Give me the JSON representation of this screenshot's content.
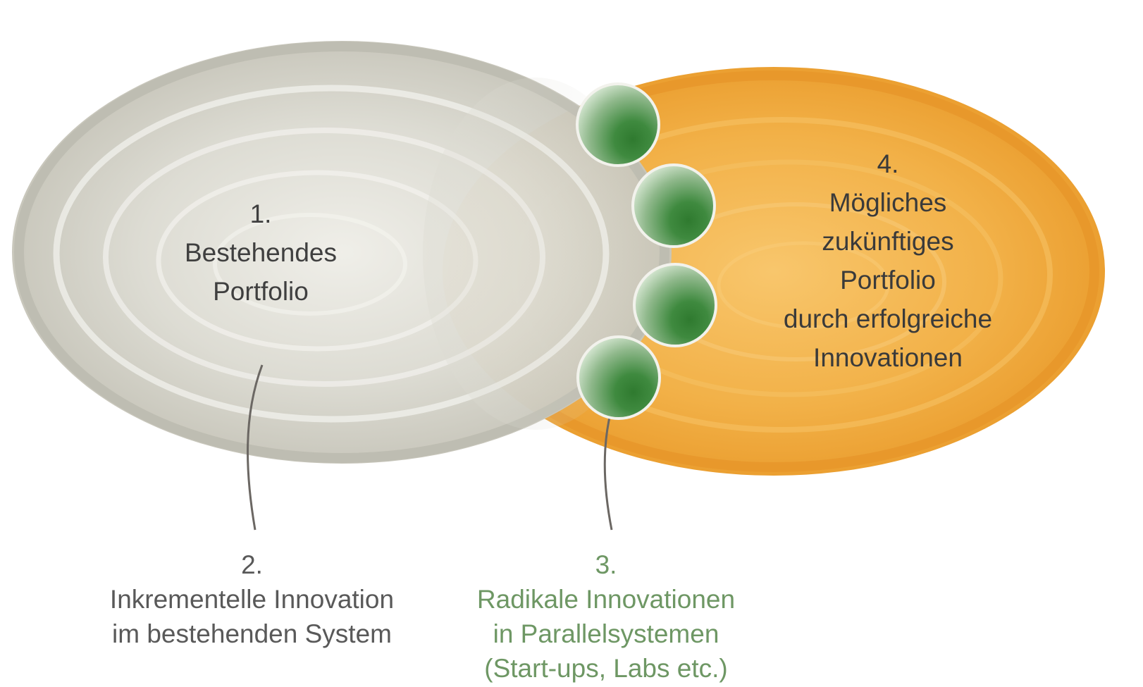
{
  "labels": {
    "existing": {
      "number": "1.",
      "line1": "Bestehendes",
      "line2": "Portfolio"
    },
    "incremental": {
      "number": "2.",
      "line1": "Inkrementelle Innovation",
      "line2": "im bestehenden System"
    },
    "radical": {
      "number": "3.",
      "line1": "Radikale Innovationen",
      "line2": "in Parallelsystemen",
      "line3": "(Start-ups, Labs etc.)"
    },
    "future": {
      "number": "4.",
      "line1": "Mögliches",
      "line2": "zukünftiges",
      "line3": "Portfolio",
      "line4": "durch erfolgreiche",
      "line5": "Innovationen"
    }
  },
  "colors": {
    "existing_circle": "#c8c6bb",
    "future_circle": "#eea33b",
    "innovation_ball": "#3f8a3f",
    "radical_text": "#6e9764",
    "connector": "#6b6763"
  },
  "innovation_ball_count": 4
}
